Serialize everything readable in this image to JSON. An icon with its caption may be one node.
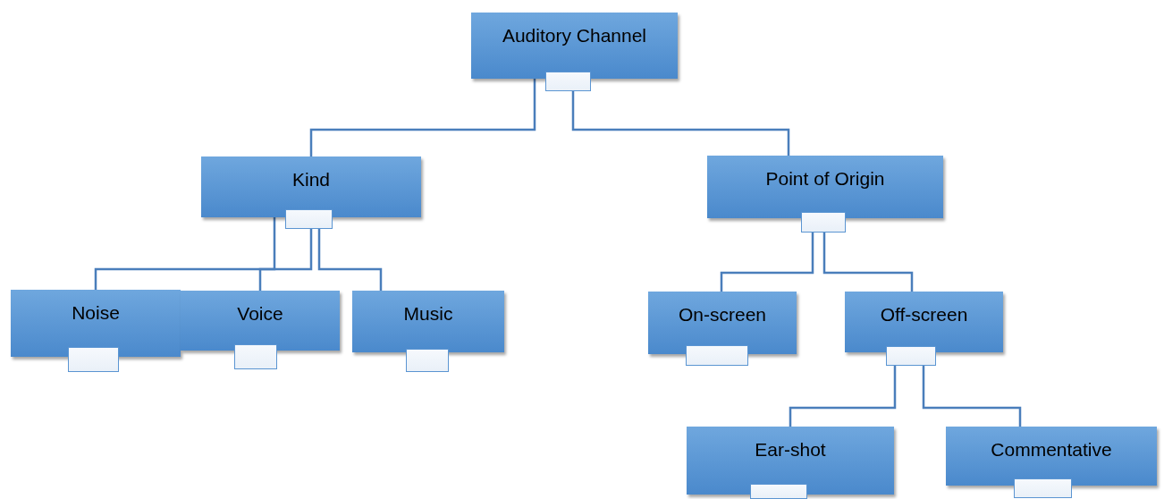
{
  "diagram": {
    "nodes": [
      {
        "text": [
          "Auditory Channel"
        ]
      },
      {
        "text": [
          "Kind"
        ]
      },
      {
        "text": [
          "Point of Origin"
        ]
      },
      {
        "text": [
          "Noise"
        ]
      },
      {
        "text": [
          "Voice"
        ]
      },
      {
        "text": [
          "Music"
        ]
      },
      {
        "text": [
          "On-screen"
        ]
      },
      {
        "text": [
          "Off-screen"
        ]
      },
      {
        "text": [
          "Ear-shot"
        ]
      },
      {
        "text": [
          "Commentative"
        ]
      }
    ],
    "edges": [
      {
        "from": 0,
        "to": 1,
        "arrow": "none"
      },
      {
        "from": 0,
        "to": 2,
        "arrow": "none"
      },
      {
        "from": 1,
        "to": 3,
        "arrow": "none"
      },
      {
        "from": 1,
        "to": 4,
        "arrow": "none"
      },
      {
        "from": 1,
        "to": 5,
        "arrow": "none"
      },
      {
        "from": 2,
        "to": 6,
        "arrow": "none"
      },
      {
        "from": 2,
        "to": 7,
        "arrow": "none"
      },
      {
        "from": 7,
        "to": 8,
        "arrow": "none"
      },
      {
        "from": 7,
        "to": 9,
        "arrow": "none"
      }
    ]
  }
}
